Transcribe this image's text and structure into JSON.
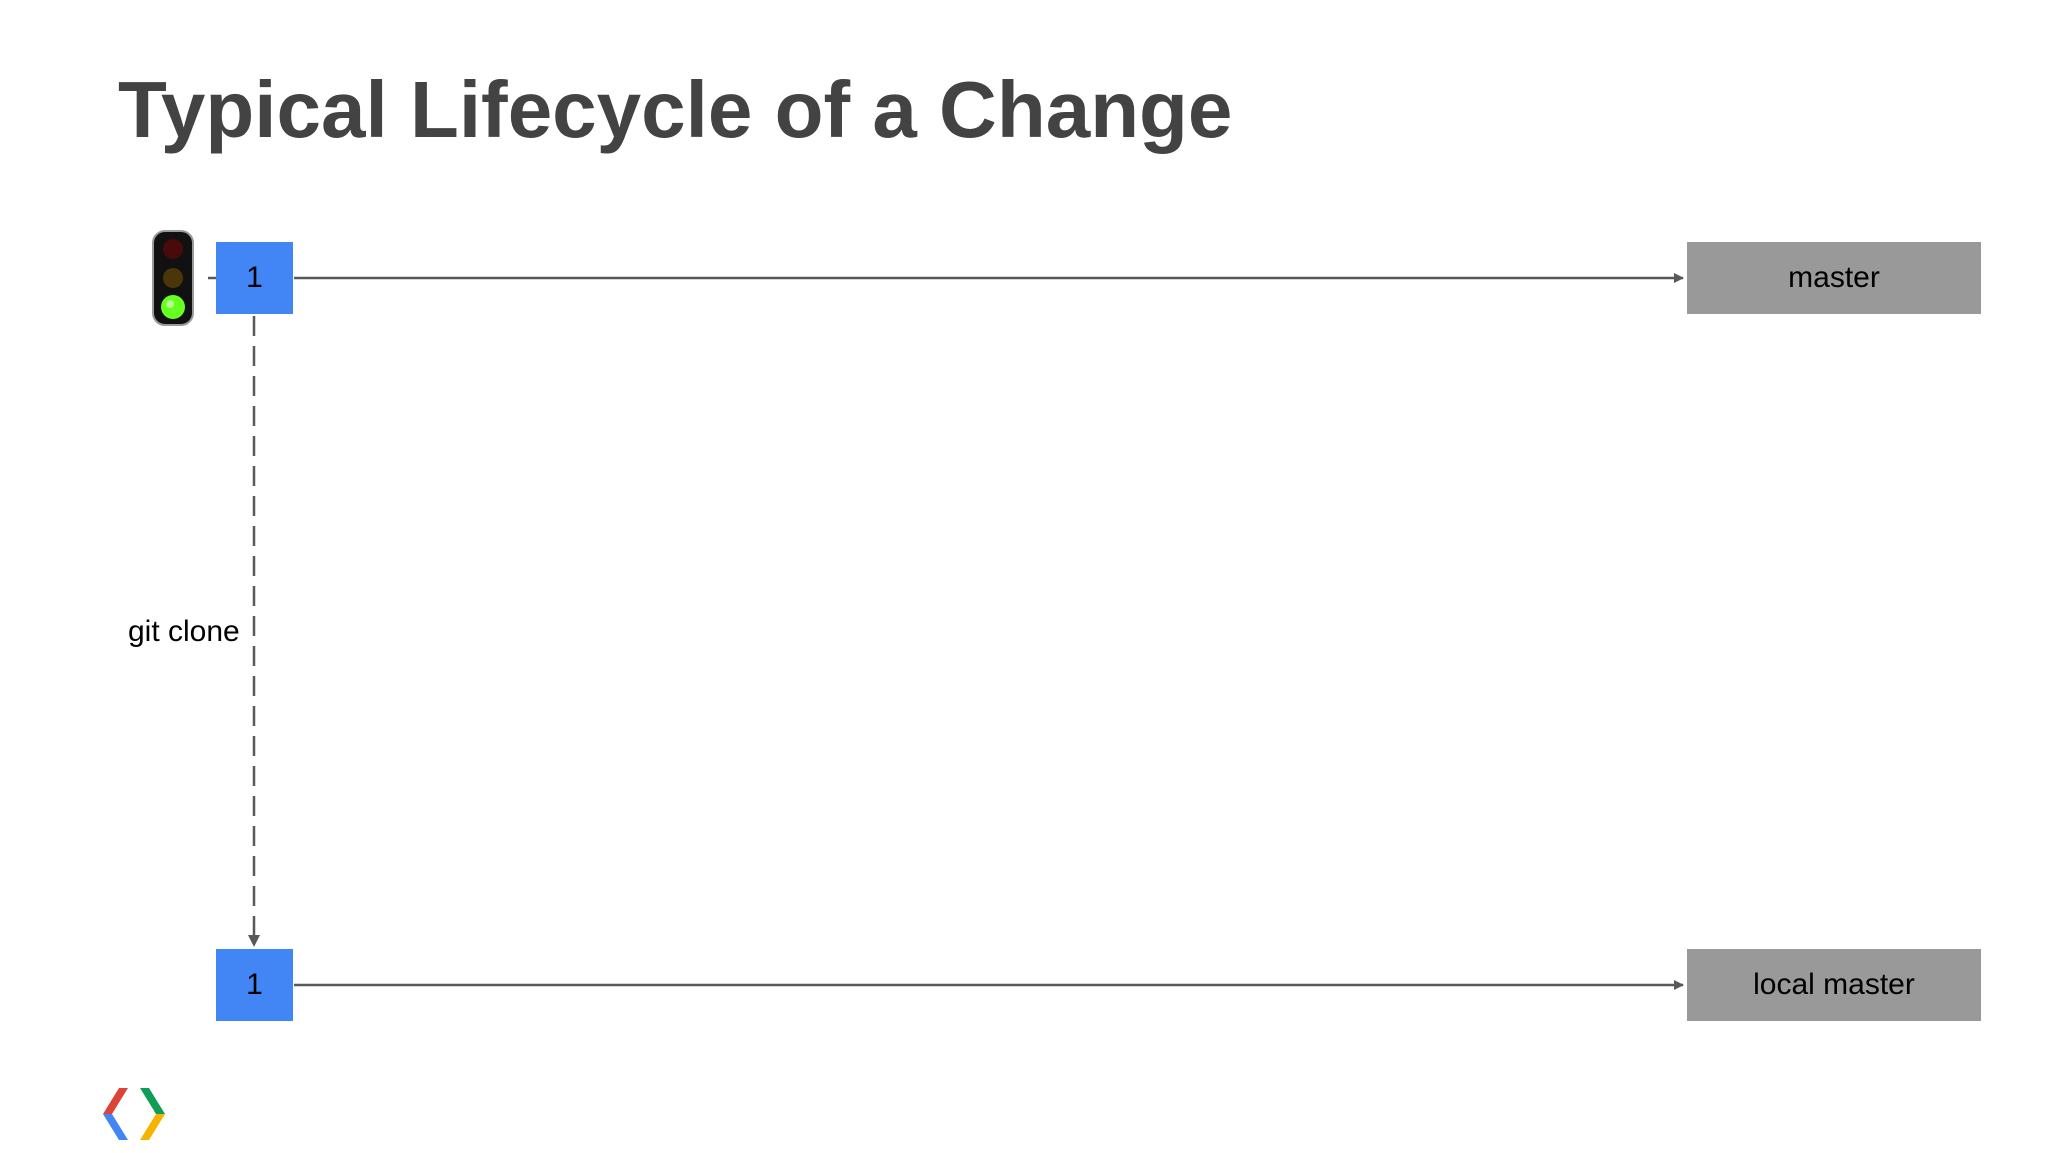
{
  "slide": {
    "title": "Typical Lifecycle of a Change"
  },
  "diagram": {
    "remote_commit": "1",
    "remote_branch": "master",
    "local_commit": "1",
    "local_branch": "local master",
    "clone_label": "git clone",
    "traffic_light_state": "green"
  },
  "colors": {
    "title": "#434343",
    "commit": "#4285f4",
    "branch": "#999999",
    "arrow": "#595959"
  },
  "icons": {
    "status": "traffic-light-icon",
    "logo": "chrome-developers-logo-icon"
  }
}
